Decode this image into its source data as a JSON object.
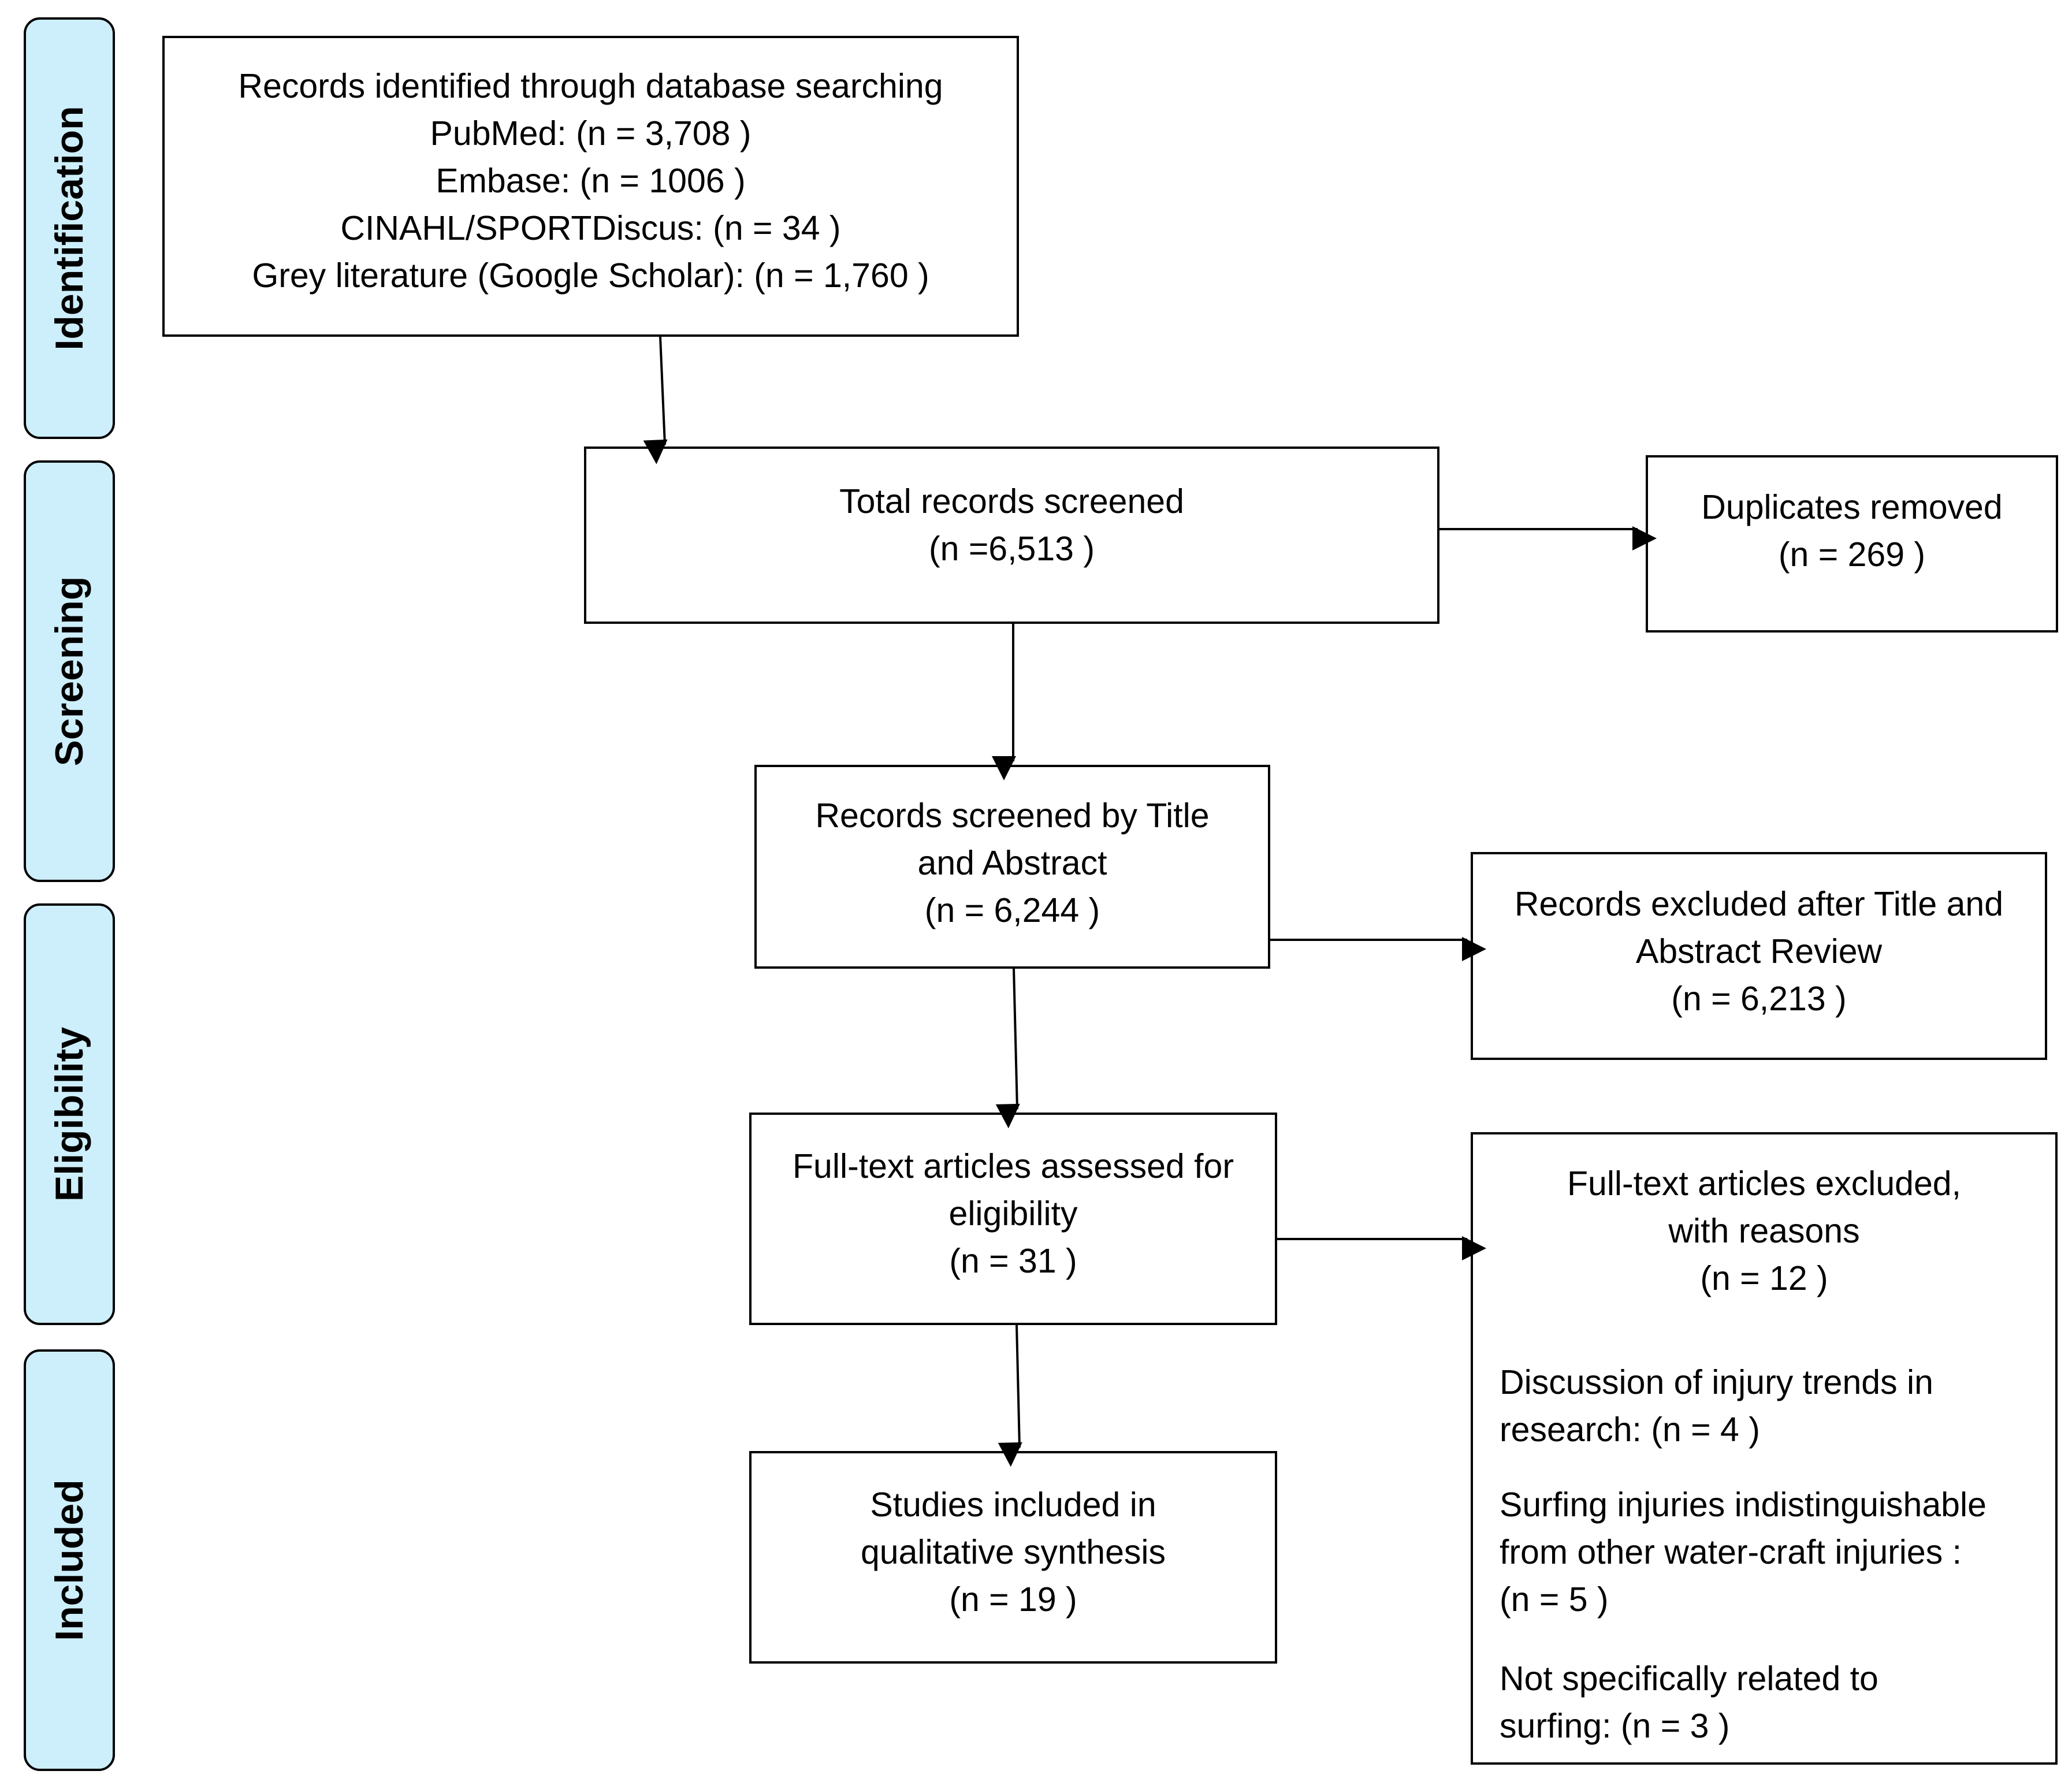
{
  "phases": [
    {
      "id": "identification",
      "label": "Identification"
    },
    {
      "id": "screening",
      "label": "Screening"
    },
    {
      "id": "eligibility",
      "label": "Eligibility"
    },
    {
      "id": "included",
      "label": "Included"
    }
  ],
  "boxes": {
    "records_identified": {
      "lines": [
        "Records identified through database searching",
        "PubMed:  (n = 3,708 )",
        "Embase:  (n = 1006 )",
        "CINAHL/SPORTDiscus: (n = 34 )",
        "Grey literature (Google Scholar): (n = 1,760 )"
      ]
    },
    "total_screened": {
      "lines": [
        "Total records screened",
        "(n =6,513 )"
      ]
    },
    "duplicates_removed": {
      "lines": [
        "Duplicates removed",
        "(n = 269 )"
      ]
    },
    "title_abstract_screened": {
      "lines": [
        "Records screened by Title",
        "and Abstract",
        "(n =  6,244 )"
      ]
    },
    "excluded_title_abstract": {
      "lines": [
        "Records excluded after Title and",
        "Abstract Review",
        "(n = 6,213 )"
      ]
    },
    "full_text_assessed": {
      "lines": [
        "Full-text articles assessed for",
        "eligibility",
        "(n =  31 )"
      ]
    },
    "full_text_excluded": {
      "header": [
        "Full-text articles excluded,",
        "with reasons",
        "(n = 12 )"
      ],
      "reasons": [
        [
          "Discussion of injury trends in",
          "research: (n = 4 )"
        ],
        [
          "Surfing injuries indistinguishable",
          "from other water-craft injuries :",
          "(n = 5 )"
        ],
        [
          "Not specifically related to",
          "surfing: (n = 3 )"
        ]
      ]
    },
    "studies_included": {
      "lines": [
        "Studies included in",
        "qualitative synthesis",
        "(n = 19 )"
      ]
    }
  }
}
